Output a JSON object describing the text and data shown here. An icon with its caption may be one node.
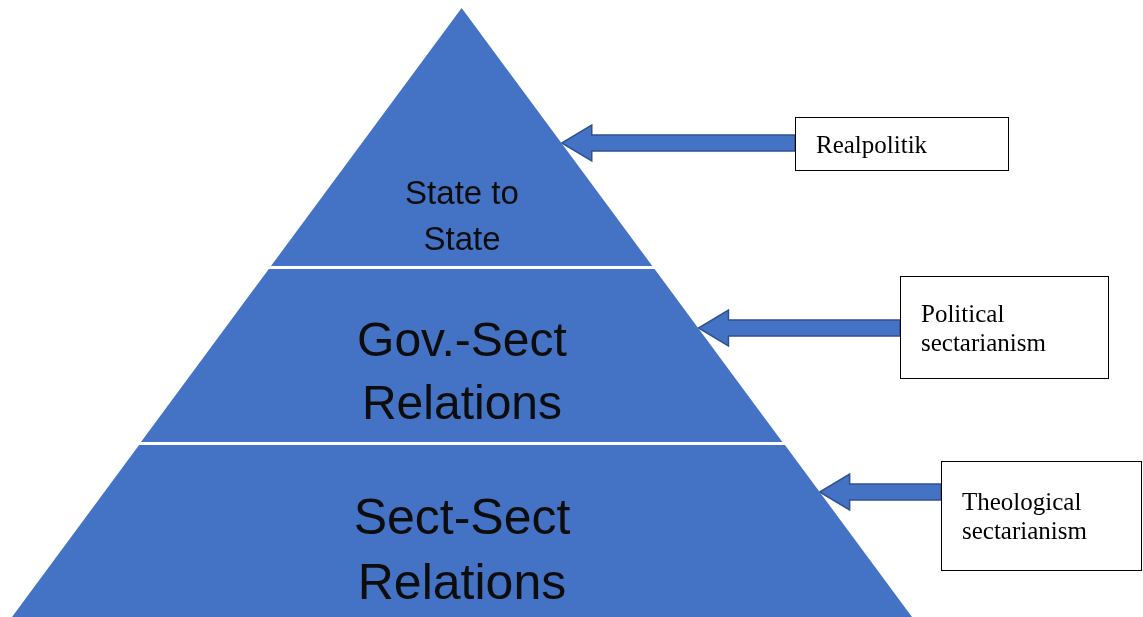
{
  "diagram": {
    "nodes": [
      {
        "text": [
          "State to State"
        ]
      },
      {
        "text": [
          "Gov.-Sect Relations"
        ]
      },
      {
        "text": [
          "Sect-Sect Relations"
        ]
      },
      {
        "text": [
          "Realpolitik"
        ]
      },
      {
        "text": [
          "Political sectarianism"
        ]
      },
      {
        "text": [
          "Theological sectarianism"
        ]
      }
    ],
    "edges": [
      {
        "from": 3,
        "to": 0,
        "arrow": "to"
      },
      {
        "from": 4,
        "to": 1,
        "arrow": "to"
      },
      {
        "from": 5,
        "to": 2,
        "arrow": "to"
      }
    ]
  }
}
